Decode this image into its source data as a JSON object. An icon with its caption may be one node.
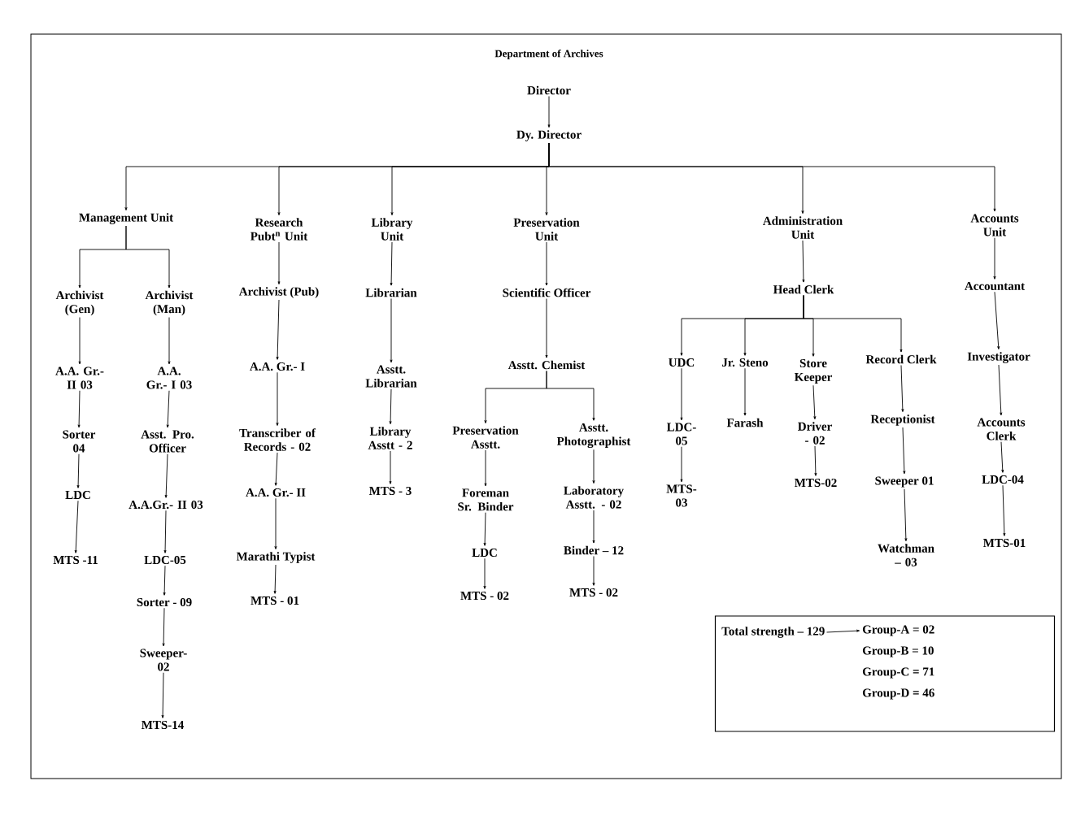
{
  "diagram": {
    "title": "Department of Archives",
    "nodes": [
      {
        "text": [
          "Director"
        ]
      },
      {
        "text": [
          "Dy. Director"
        ]
      },
      {
        "text": [
          "Management Unit"
        ]
      },
      {
        "text": [
          "Research Pubt$^{n}$ Unit"
        ]
      },
      {
        "text": [
          "Library Unit"
        ]
      },
      {
        "text": [
          "Preservation Unit"
        ]
      },
      {
        "text": [
          "Administration Unit"
        ]
      },
      {
        "text": [
          "Accounts Unit"
        ]
      },
      {
        "text": [
          "Archivist (Gen)"
        ]
      },
      {
        "text": [
          "Archivist (Man)"
        ]
      },
      {
        "text": [
          "A.A. Gr.- II 03"
        ]
      },
      {
        "text": [
          "Sorter 04"
        ]
      },
      {
        "text": [
          "LDC"
        ]
      },
      {
        "text": [
          "MTS -11"
        ]
      },
      {
        "text": [
          "A.A. Gr.- I 03"
        ]
      },
      {
        "text": [
          "Asst. Pro. Officer"
        ]
      },
      {
        "text": [
          "A.A.Gr.- II 03"
        ]
      },
      {
        "text": [
          "LDC-05"
        ]
      },
      {
        "text": [
          "Sorter - 09"
        ]
      },
      {
        "text": [
          "Sweeper- 02"
        ]
      },
      {
        "text": [
          "MTS-14"
        ]
      },
      {
        "text": [
          "Archivist (Pub)"
        ]
      },
      {
        "text": [
          "A.A. Gr.- I"
        ]
      },
      {
        "text": [
          "Transcriber of Records - 02"
        ]
      },
      {
        "text": [
          "A.A. Gr.- II"
        ]
      },
      {
        "text": [
          "Marathi Typist"
        ]
      },
      {
        "text": [
          "MTS - 01"
        ]
      },
      {
        "text": [
          "Librarian"
        ]
      },
      {
        "text": [
          "Asstt. Librarian"
        ]
      },
      {
        "text": [
          "Library Asstt - 2"
        ]
      },
      {
        "text": [
          "MTS - 3"
        ]
      },
      {
        "text": [
          "Scientific Officer"
        ]
      },
      {
        "text": [
          "Asstt. Chemist"
        ]
      },
      {
        "text": [
          "Preservation Asstt."
        ]
      },
      {
        "text": [
          "Foreman Sr. Binder"
        ]
      },
      {
        "text": [
          "LDC"
        ]
      },
      {
        "text": [
          "MTS - 02"
        ]
      },
      {
        "text": [
          "Asstt. Photographist"
        ]
      },
      {
        "text": [
          "Laboratory Asstt. - 02"
        ]
      },
      {
        "text": [
          "Binder – 12"
        ]
      },
      {
        "text": [
          "MTS - 02"
        ]
      },
      {
        "text": [
          "Head Clerk"
        ]
      },
      {
        "text": [
          "UDC"
        ]
      },
      {
        "text": [
          "LDC- 05"
        ]
      },
      {
        "text": [
          "MTS- 03"
        ]
      },
      {
        "text": [
          "Jr. Steno"
        ]
      },
      {
        "text": [
          "Farash"
        ]
      },
      {
        "text": [
          "Store Keeper"
        ]
      },
      {
        "text": [
          "Driver - 02"
        ]
      },
      {
        "text": [
          "MTS-02"
        ]
      },
      {
        "text": [
          "Record Clerk"
        ]
      },
      {
        "text": [
          "Receptionist"
        ]
      },
      {
        "text": [
          "Sweeper 01"
        ]
      },
      {
        "text": [
          "Watchman – 03"
        ]
      },
      {
        "text": [
          "Accountant"
        ]
      },
      {
        "text": [
          "Investigator"
        ]
      },
      {
        "text": [
          "Accounts Clerk"
        ]
      },
      {
        "text": [
          "LDC-04"
        ]
      },
      {
        "text": [
          "MTS-01"
        ]
      },
      {
        "text": [],
        "shape": "box"
      },
      {
        "text": [
          "Total strength – 129"
        ],
        "in": 59
      },
      {
        "text": [
          "Group-A = 02"
        ],
        "in": 59
      },
      {
        "text": [
          "Group-B = 10"
        ],
        "in": 59
      },
      {
        "text": [
          "Group-C = 71"
        ],
        "in": 59
      },
      {
        "text": [
          "Group-D = 46"
        ],
        "in": 59
      }
    ],
    "edges": [
      {
        "from": 0,
        "to": 1,
        "arrow": "to"
      },
      {
        "from": 1,
        "to": 2,
        "arrow": "to"
      },
      {
        "from": 1,
        "to": 3,
        "arrow": "to"
      },
      {
        "from": 1,
        "to": 4,
        "arrow": "to"
      },
      {
        "from": 1,
        "to": 5,
        "arrow": "to"
      },
      {
        "from": 1,
        "to": 6,
        "arrow": "to"
      },
      {
        "from": 1,
        "to": 7,
        "arrow": "to"
      },
      {
        "from": 2,
        "to": 8,
        "arrow": "to"
      },
      {
        "from": 2,
        "to": 9,
        "arrow": "to"
      },
      {
        "from": 8,
        "to": 10,
        "arrow": "to"
      },
      {
        "from": 10,
        "to": 11,
        "arrow": "to"
      },
      {
        "from": 11,
        "to": 12,
        "arrow": "to"
      },
      {
        "from": 12,
        "to": 13,
        "arrow": "to"
      },
      {
        "from": 9,
        "to": 14,
        "arrow": "to"
      },
      {
        "from": 14,
        "to": 15,
        "arrow": "to"
      },
      {
        "from": 15,
        "to": 16,
        "arrow": "to"
      },
      {
        "from": 16,
        "to": 17,
        "arrow": "to"
      },
      {
        "from": 17,
        "to": 18,
        "arrow": "to"
      },
      {
        "from": 18,
        "to": 19,
        "arrow": "to"
      },
      {
        "from": 19,
        "to": 20,
        "arrow": "to"
      },
      {
        "from": 3,
        "to": 21,
        "arrow": "to"
      },
      {
        "from": 21,
        "to": 22,
        "arrow": "to"
      },
      {
        "from": 22,
        "to": 23,
        "arrow": "to"
      },
      {
        "from": 23,
        "to": 24,
        "arrow": "to"
      },
      {
        "from": 24,
        "to": 25,
        "arrow": "to"
      },
      {
        "from": 25,
        "to": 26,
        "arrow": "to"
      },
      {
        "from": 4,
        "to": 27,
        "arrow": "to"
      },
      {
        "from": 27,
        "to": 28,
        "arrow": "to"
      },
      {
        "from": 28,
        "to": 29,
        "arrow": "to"
      },
      {
        "from": 29,
        "to": 30,
        "arrow": "to"
      },
      {
        "from": 5,
        "to": 31,
        "arrow": "to"
      },
      {
        "from": 31,
        "to": 32,
        "arrow": "to"
      },
      {
        "from": 32,
        "to": 33,
        "arrow": "to"
      },
      {
        "from": 32,
        "to": 37,
        "arrow": "to"
      },
      {
        "from": 33,
        "to": 34,
        "arrow": "to"
      },
      {
        "from": 34,
        "to": 35,
        "arrow": "to"
      },
      {
        "from": 35,
        "to": 36,
        "arrow": "to"
      },
      {
        "from": 37,
        "to": 38,
        "arrow": "to"
      },
      {
        "from": 38,
        "to": 39,
        "arrow": "to"
      },
      {
        "from": 39,
        "to": 40,
        "arrow": "to"
      },
      {
        "from": 6,
        "to": 41,
        "arrow": "to"
      },
      {
        "from": 41,
        "to": 42,
        "arrow": "to"
      },
      {
        "from": 41,
        "to": 45,
        "arrow": "to"
      },
      {
        "from": 41,
        "to": 47,
        "arrow": "to"
      },
      {
        "from": 41,
        "to": 50,
        "arrow": "to"
      },
      {
        "from": 42,
        "to": 43,
        "arrow": "to"
      },
      {
        "from": 43,
        "to": 44,
        "arrow": "to"
      },
      {
        "from": 45,
        "to": 46,
        "arrow": "to"
      },
      {
        "from": 47,
        "to": 48,
        "arrow": "to"
      },
      {
        "from": 48,
        "to": 49,
        "arrow": "to"
      },
      {
        "from": 50,
        "to": 51,
        "arrow": "to"
      },
      {
        "from": 51,
        "to": 52,
        "arrow": "to"
      },
      {
        "from": 52,
        "to": 53,
        "arrow": "to"
      },
      {
        "from": 7,
        "to": 54,
        "arrow": "to"
      },
      {
        "from": 54,
        "to": 55,
        "arrow": "to"
      },
      {
        "from": 55,
        "to": 56,
        "arrow": "to"
      },
      {
        "from": 56,
        "to": 57,
        "arrow": "to"
      },
      {
        "from": 57,
        "to": 58,
        "arrow": "to"
      },
      {
        "from": 60,
        "to": 61,
        "arrow": "to"
      }
    ]
  }
}
